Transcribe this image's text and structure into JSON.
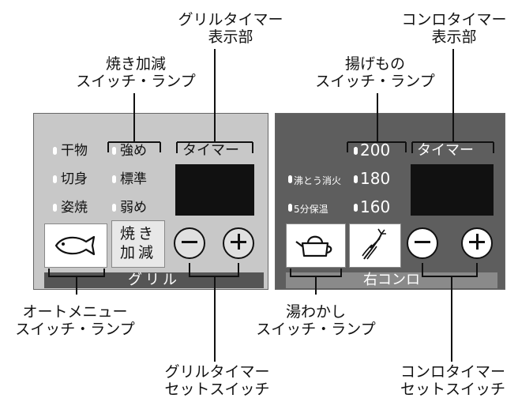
{
  "callouts": {
    "grill_timer_display": [
      "グリルタイマー",
      "表示部"
    ],
    "grill_heat_switch": [
      "焼き加減",
      "スイッチ・ランプ"
    ],
    "stove_timer_display": [
      "コンロタイマー",
      "表示部"
    ],
    "fry_switch": [
      "揚げもの",
      "スイッチ・ランプ"
    ],
    "auto_menu_switch": [
      "オートメニュー",
      "スイッチ・ランプ"
    ],
    "boil_switch": [
      "湯わかし",
      "スイッチ・ランプ"
    ],
    "grill_timer_set": [
      "グリルタイマー",
      "セットスイッチ"
    ],
    "stove_timer_set": [
      "コンロタイマー",
      "セットスイッチ"
    ]
  },
  "left_panel": {
    "menu_lamps": [
      "干物",
      "切身",
      "姿焼"
    ],
    "heat_lamps": [
      "強め",
      "標準",
      "弱め"
    ],
    "timer_label": "タイマー",
    "heat_button": [
      "焼き",
      "加減"
    ],
    "minus": "−",
    "plus": "+",
    "strip_label": "グリル"
  },
  "right_panel": {
    "temps": [
      "200",
      "180",
      "160"
    ],
    "side_lamps": [
      "沸とう消火",
      "5分保温"
    ],
    "timer_label": "タイマー",
    "minus": "−",
    "plus": "+",
    "strip_label": "右コンロ"
  },
  "icons": {
    "fish": "fish-icon",
    "kettle": "kettle-icon",
    "tempura": "tempura-icon"
  },
  "colors": {
    "left_panel": "#c8c8c8",
    "right_panel": "#5e5e5e",
    "left_strip": "#555555",
    "right_strip": "#8a8a8a",
    "display": "#111111"
  }
}
